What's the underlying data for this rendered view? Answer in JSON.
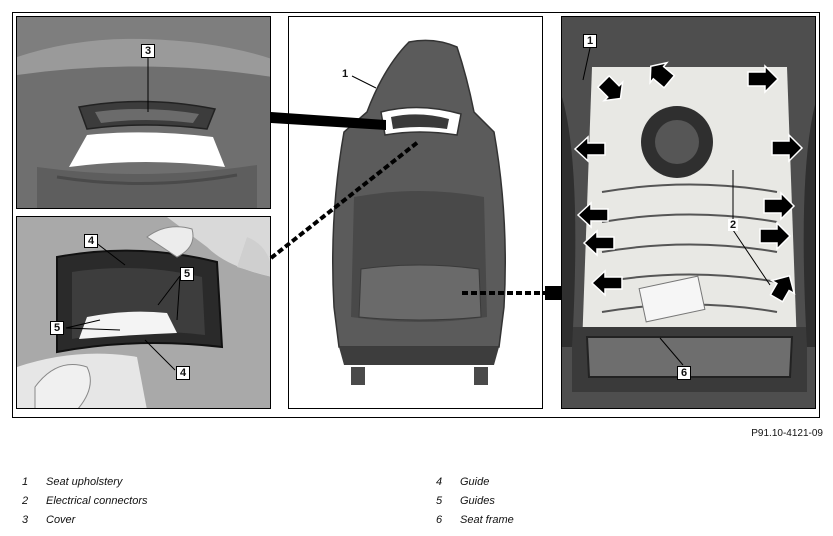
{
  "figure_ref": "P91.10-4121-09",
  "callouts": {
    "c1_mid": "1",
    "c1_right": "1",
    "c2": "2",
    "c3": "3",
    "c4_top": "4",
    "c4_bottom": "4",
    "c5_top": "5",
    "c5_left": "5",
    "c6": "6"
  },
  "legend": [
    {
      "num": "1",
      "text": "Seat upholstery"
    },
    {
      "num": "2",
      "text": "Electrical connectors"
    },
    {
      "num": "3",
      "text": "Cover"
    },
    {
      "num": "4",
      "text": "Guide"
    },
    {
      "num": "5",
      "text": "Guides"
    },
    {
      "num": "6",
      "text": "Seat frame"
    }
  ]
}
